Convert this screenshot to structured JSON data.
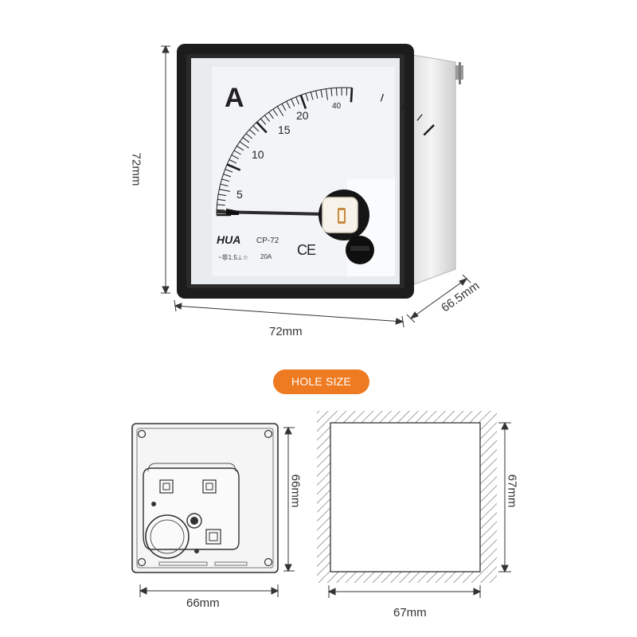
{
  "colors": {
    "accent": "#ee7a22",
    "bezel": "#1c1c1c",
    "face": "#f2f4f8",
    "dimension_line": "#333333",
    "hatch": "#7a7a7a"
  },
  "meter": {
    "unit_symbol": "A",
    "scale_labels": [
      "5",
      "10",
      "15",
      "20",
      "40"
    ],
    "brand": "HUA",
    "model": "CP-72",
    "accuracy_mark": "~非1.5⊥☆",
    "rating": "20A",
    "ce_mark": "CE",
    "pointer_value_fraction": 0
  },
  "dimensions": {
    "front_height": "72mm",
    "front_width": "72mm",
    "depth": "66.5mm"
  },
  "badge": {
    "label": "HOLE SIZE"
  },
  "hole": {
    "rear_width": "66mm",
    "rear_height": "66mm",
    "cutout_width": "67mm",
    "cutout_height": "67mm"
  }
}
